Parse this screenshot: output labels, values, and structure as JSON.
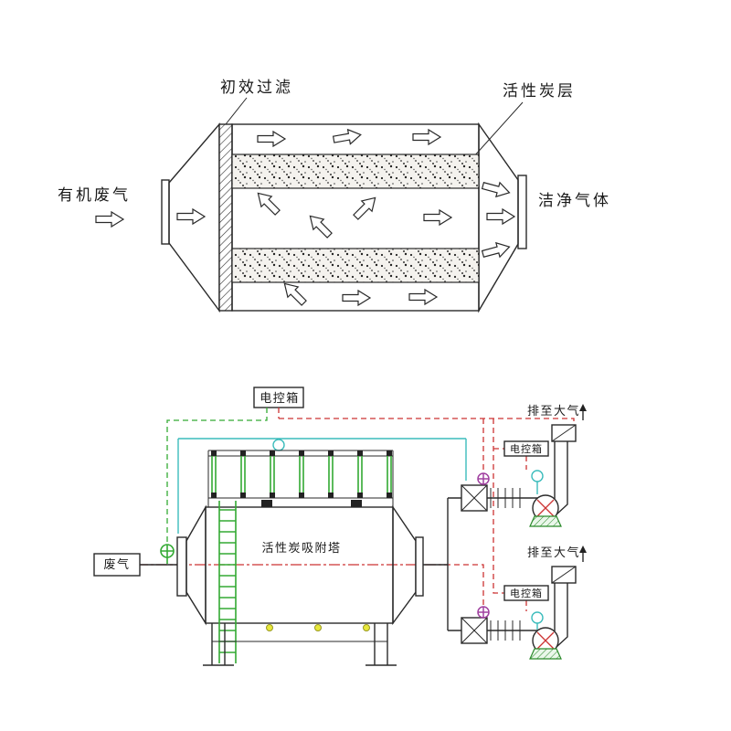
{
  "filter_unit_diagram": {
    "primary_filter_label": "初效过滤",
    "carbon_layer_label": "活性炭层",
    "inlet_label": "有机废气",
    "outlet_label": "洁净气体"
  },
  "adsorption_system_diagram": {
    "main_control_box_label": "电控箱",
    "waste_gas_label": "废气",
    "tower_label": "活性炭吸附塔",
    "branches": [
      {
        "exhaust_label": "排至大气",
        "control_box_label": "电控箱"
      },
      {
        "exhaust_label": "排至大气",
        "control_box_label": "电控箱"
      }
    ]
  },
  "colors": {
    "line": "#2a2a2a",
    "control_wire_red": "#cc3333",
    "signal_green": "#33aa33",
    "signal_teal": "#3bbcbc",
    "valve_purple": "#a040a0",
    "mark_yellow": "#e8e83a"
  }
}
